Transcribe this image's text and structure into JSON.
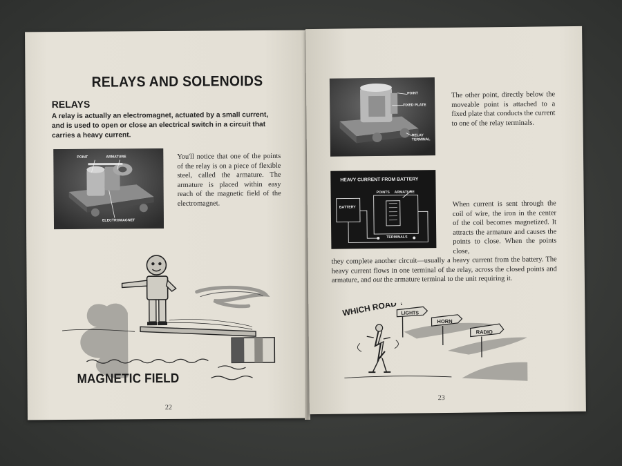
{
  "left_page": {
    "title": "RELAYS AND SOLENOIDS",
    "subhead": "RELAYS",
    "intro": "A relay is actually an electromagnet, actuated by a small current, and is used to open or close an electrical switch in a circuit that carries a heavy current.",
    "photo_labels": {
      "point": "POINT",
      "armature": "ARMATURE",
      "electromagnet": "ELECTROMAGNET"
    },
    "para": "You'll notice that one of the points of the relay is on a piece of flexible steel, called the armature. The armature is placed within easy reach of the magnetic field of the electromagnet.",
    "cartoon_caption": "MAGNETIC FIELD",
    "page_number": "22"
  },
  "right_page": {
    "photo_labels": {
      "point": "POINT",
      "fixed_plate": "FIXED PLATE",
      "relay_terminal": "RELAY TERMINAL"
    },
    "para1": "The other point, directly below the moveable point is attached to a fixed plate that conducts the current to one of the relay terminals.",
    "diagram_labels": {
      "heading": "HEAVY CURRENT FROM BATTERY",
      "battery": "BATTERY",
      "points": "POINTS",
      "armature": "ARMATURE",
      "terminals": "TERMINALS"
    },
    "para2_a": "When current is sent through the coil of wire, the iron in the center of the coil becomes magnetized. It attracts the armature and causes the points to close. When the points close,",
    "para2_b_pre": "they complete another circuit—usually a heavy current from the battery. The heavy current flows in one terminal of the relay, across the closed points and armature, and ",
    "para2_b_em": "out",
    "para2_b_post": " the armature terminal to the unit requiring it.",
    "cartoon": {
      "question": "WHICH ROAD ?",
      "signs": [
        "LIGHTS",
        "HORN",
        "RADIO"
      ]
    },
    "page_number": "23"
  }
}
